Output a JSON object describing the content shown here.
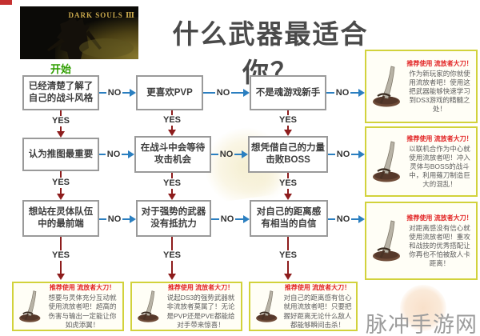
{
  "header": {
    "banner_title": "DARK SOULS Ⅲ",
    "title": "什么武器最适合你？",
    "start_label": "开始"
  },
  "labels": {
    "yes": "YES",
    "no": "NO"
  },
  "questions": {
    "q1": "已经清楚了解了自己的战斗风格",
    "q2": "更喜欢PVP",
    "q3": "不是魂游戏新手",
    "q4": "认为推图最重要",
    "q5": "在战斗中会等待攻击机会",
    "q6": "想凭借自己的力量击败BOSS",
    "q7": "想站在灵体队伍中的最前端",
    "q8": "对于强势的武器没有抵抗力",
    "q9": "对自己的距离感有相当的自信"
  },
  "recommendations": {
    "heading": "推荐使用 流放者大刀！",
    "right": [
      {
        "body": "作为新玩家的你就使用流放者吧！使用这把武器能够快速学习到DS3游戏的精髓之处！"
      },
      {
        "body": "以联机合作为中心就使用流放者吧！冲入灵体与BOSS的战斗中，利用薙刀制造巨大的混乱！"
      },
      {
        "body": "对距离感没有信心就使用流放者吧！重攻和战技的优秀搭配让你再也不怕被敌人卡距离！"
      }
    ],
    "bottom": [
      {
        "body": "想要与灵体充分互动就使用流放者吧！超高的伤害与输出一定能让你如虎添翼！"
      },
      {
        "body": "说起DS3的强势武器就非流放者莫属了！无论是PVP还是PVE都能给对手带来惊喜！"
      },
      {
        "body": "对自己的距离感有信心就用流放者吧！只要把握好距离无论什么敌人都能够瞬间击杀！"
      }
    ]
  },
  "watermark": {
    "text": "脉冲手游网"
  },
  "colors": {
    "yes_arrow": "#8e1d1d",
    "no_arrow": "#2b7fc0",
    "start_green": "#2f9e00",
    "recommend_red": "#e22424",
    "recommend_border": "#d2d23c",
    "question_border": "#9a9a9a",
    "title_gray": "#4a4a4a"
  }
}
